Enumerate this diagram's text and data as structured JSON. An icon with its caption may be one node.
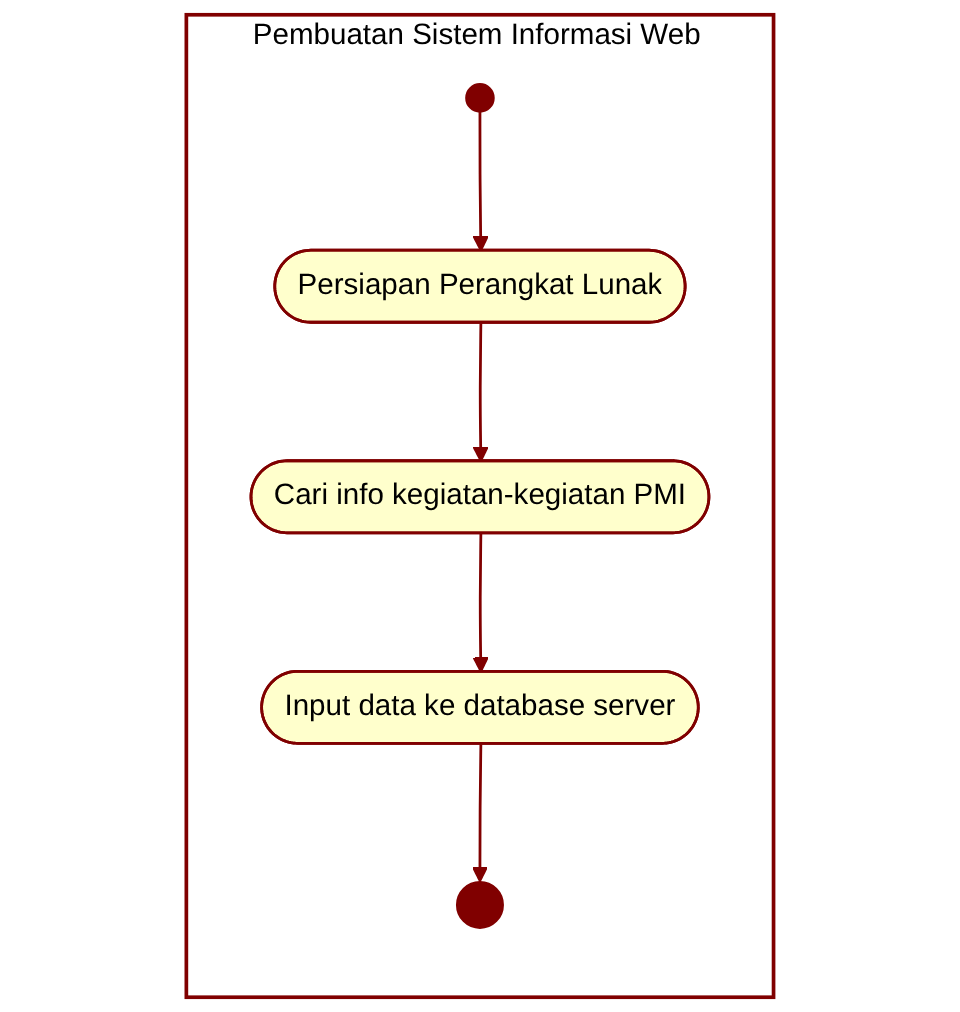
{
  "diagram": {
    "nodes": [
      {
        "text": [
          "Pembuatan Sistem Informasi Web"
        ]
      },
      {
        "text": [],
        "shape": "circle",
        "in": 0
      },
      {
        "text": [
          "Persiapan Perangkat Lunak"
        ],
        "in": 0
      },
      {
        "text": [
          "Cari info kegiatan-kegiatan PMI"
        ],
        "in": 0
      },
      {
        "text": [
          "Input data ke database server"
        ],
        "in": 0
      },
      {
        "text": [],
        "shape": "circle",
        "in": 0
      }
    ],
    "edges": [
      {
        "from": 1,
        "to": 2,
        "arrow": "to"
      },
      {
        "from": 2,
        "to": 3,
        "arrow": "to"
      },
      {
        "from": 3,
        "to": 4,
        "arrow": "to"
      },
      {
        "from": 4,
        "to": 5,
        "arrow": "to"
      }
    ]
  }
}
